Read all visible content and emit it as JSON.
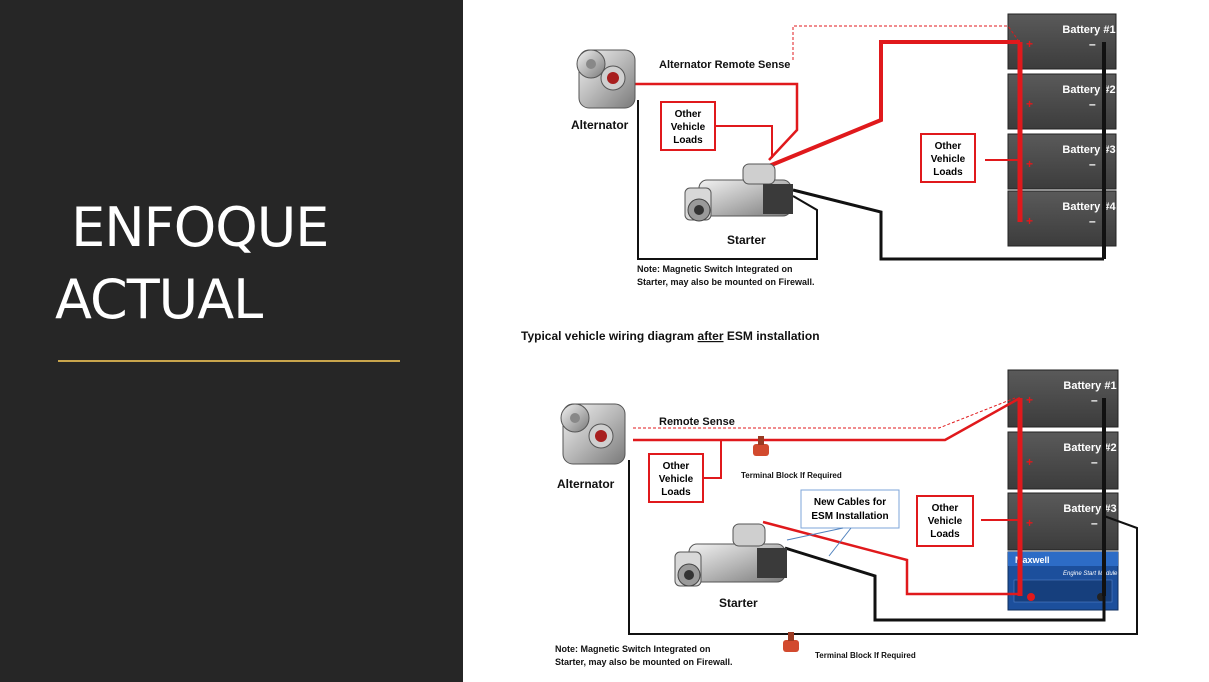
{
  "slide": {
    "title_line1": " ENFOQUE",
    "title_line2": "ACTUAL",
    "colors": {
      "panel": "#262626",
      "accent_rule": "#c9a54c",
      "positive_cable": "#e0191c",
      "battery": "#4a4a4a",
      "module": "#1c4f9c"
    }
  },
  "diagram_top": {
    "alternator_label": "Alternator",
    "remote_sense_label": "Alternator Remote Sense",
    "loads_box": [
      "Other",
      "Vehicle",
      "Loads"
    ],
    "loads_box_right": [
      "Other",
      "Vehicle",
      "Loads"
    ],
    "starter_label": "Starter",
    "batteries": [
      "Battery #1",
      "Battery #2",
      "Battery #3",
      "Battery #4"
    ],
    "note_line1": "Note:  Magnetic Switch Integrated on",
    "note_line2": "Starter, may also be mounted on Firewall."
  },
  "section_caption": {
    "before": "Typical vehicle wiring diagram ",
    "emphasis": "after",
    "after": " ESM installation"
  },
  "diagram_bottom": {
    "alternator_label": "Alternator",
    "remote_sense_label": "Remote Sense",
    "loads_box": [
      "Other",
      "Vehicle",
      "Loads"
    ],
    "loads_box_right": [
      "Other",
      "Vehicle",
      "Loads"
    ],
    "terminal_block_label": "Terminal Block If Required",
    "terminal_block_label_bottom": "Terminal Block If Required",
    "new_cables_box": [
      "New Cables for",
      "ESM Installation"
    ],
    "starter_label": "Starter",
    "batteries": [
      "Battery #1",
      "Battery #2",
      "Battery #3"
    ],
    "esm_brand": "Maxwell",
    "esm_product": "Engine Start Module",
    "note_line1": "Note:  Magnetic Switch Integrated on",
    "note_line2": "Starter, may also be mounted on Firewall."
  }
}
